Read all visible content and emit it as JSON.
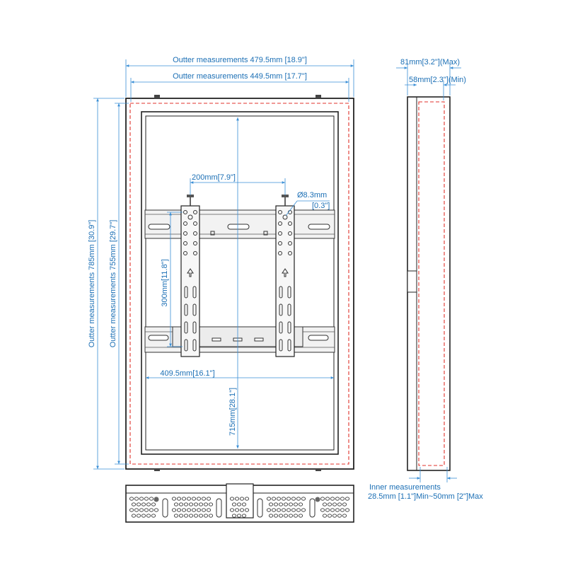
{
  "labels": {
    "outer_width_max": "Outter measurements 479.5mm [18.9\"]",
    "outer_width_min": "Outter measurements 449.5mm [17.7\"]",
    "outer_height_max": "Outter measurements 785mm [30.9\"]",
    "outer_height_min": "Outter measurements 755mm [29.7\"]",
    "vesa_horizontal": "200mm[7.9\"]",
    "vesa_vertical": "300mm[11.8\"]",
    "hole_diameter": "Ø8.3mm",
    "hole_diameter_inch": "[0.3\"]",
    "inner_width": "409.5mm[16.1\"]",
    "inner_height": "715mm[28.1\"]",
    "depth_max": "81mm[3.2\"](Max)",
    "depth_min": "58mm[2.3\"](Min)",
    "inner_meas_title": "Inner measurements",
    "inner_meas_value": "28.5mm [1.1\"]Min~50mm [2\"]Max"
  },
  "colors": {
    "dimension": "#1b6fb5",
    "dimension_line": "#3a8fd6",
    "outline": "#222222",
    "safe_zone": "#e0322b"
  }
}
